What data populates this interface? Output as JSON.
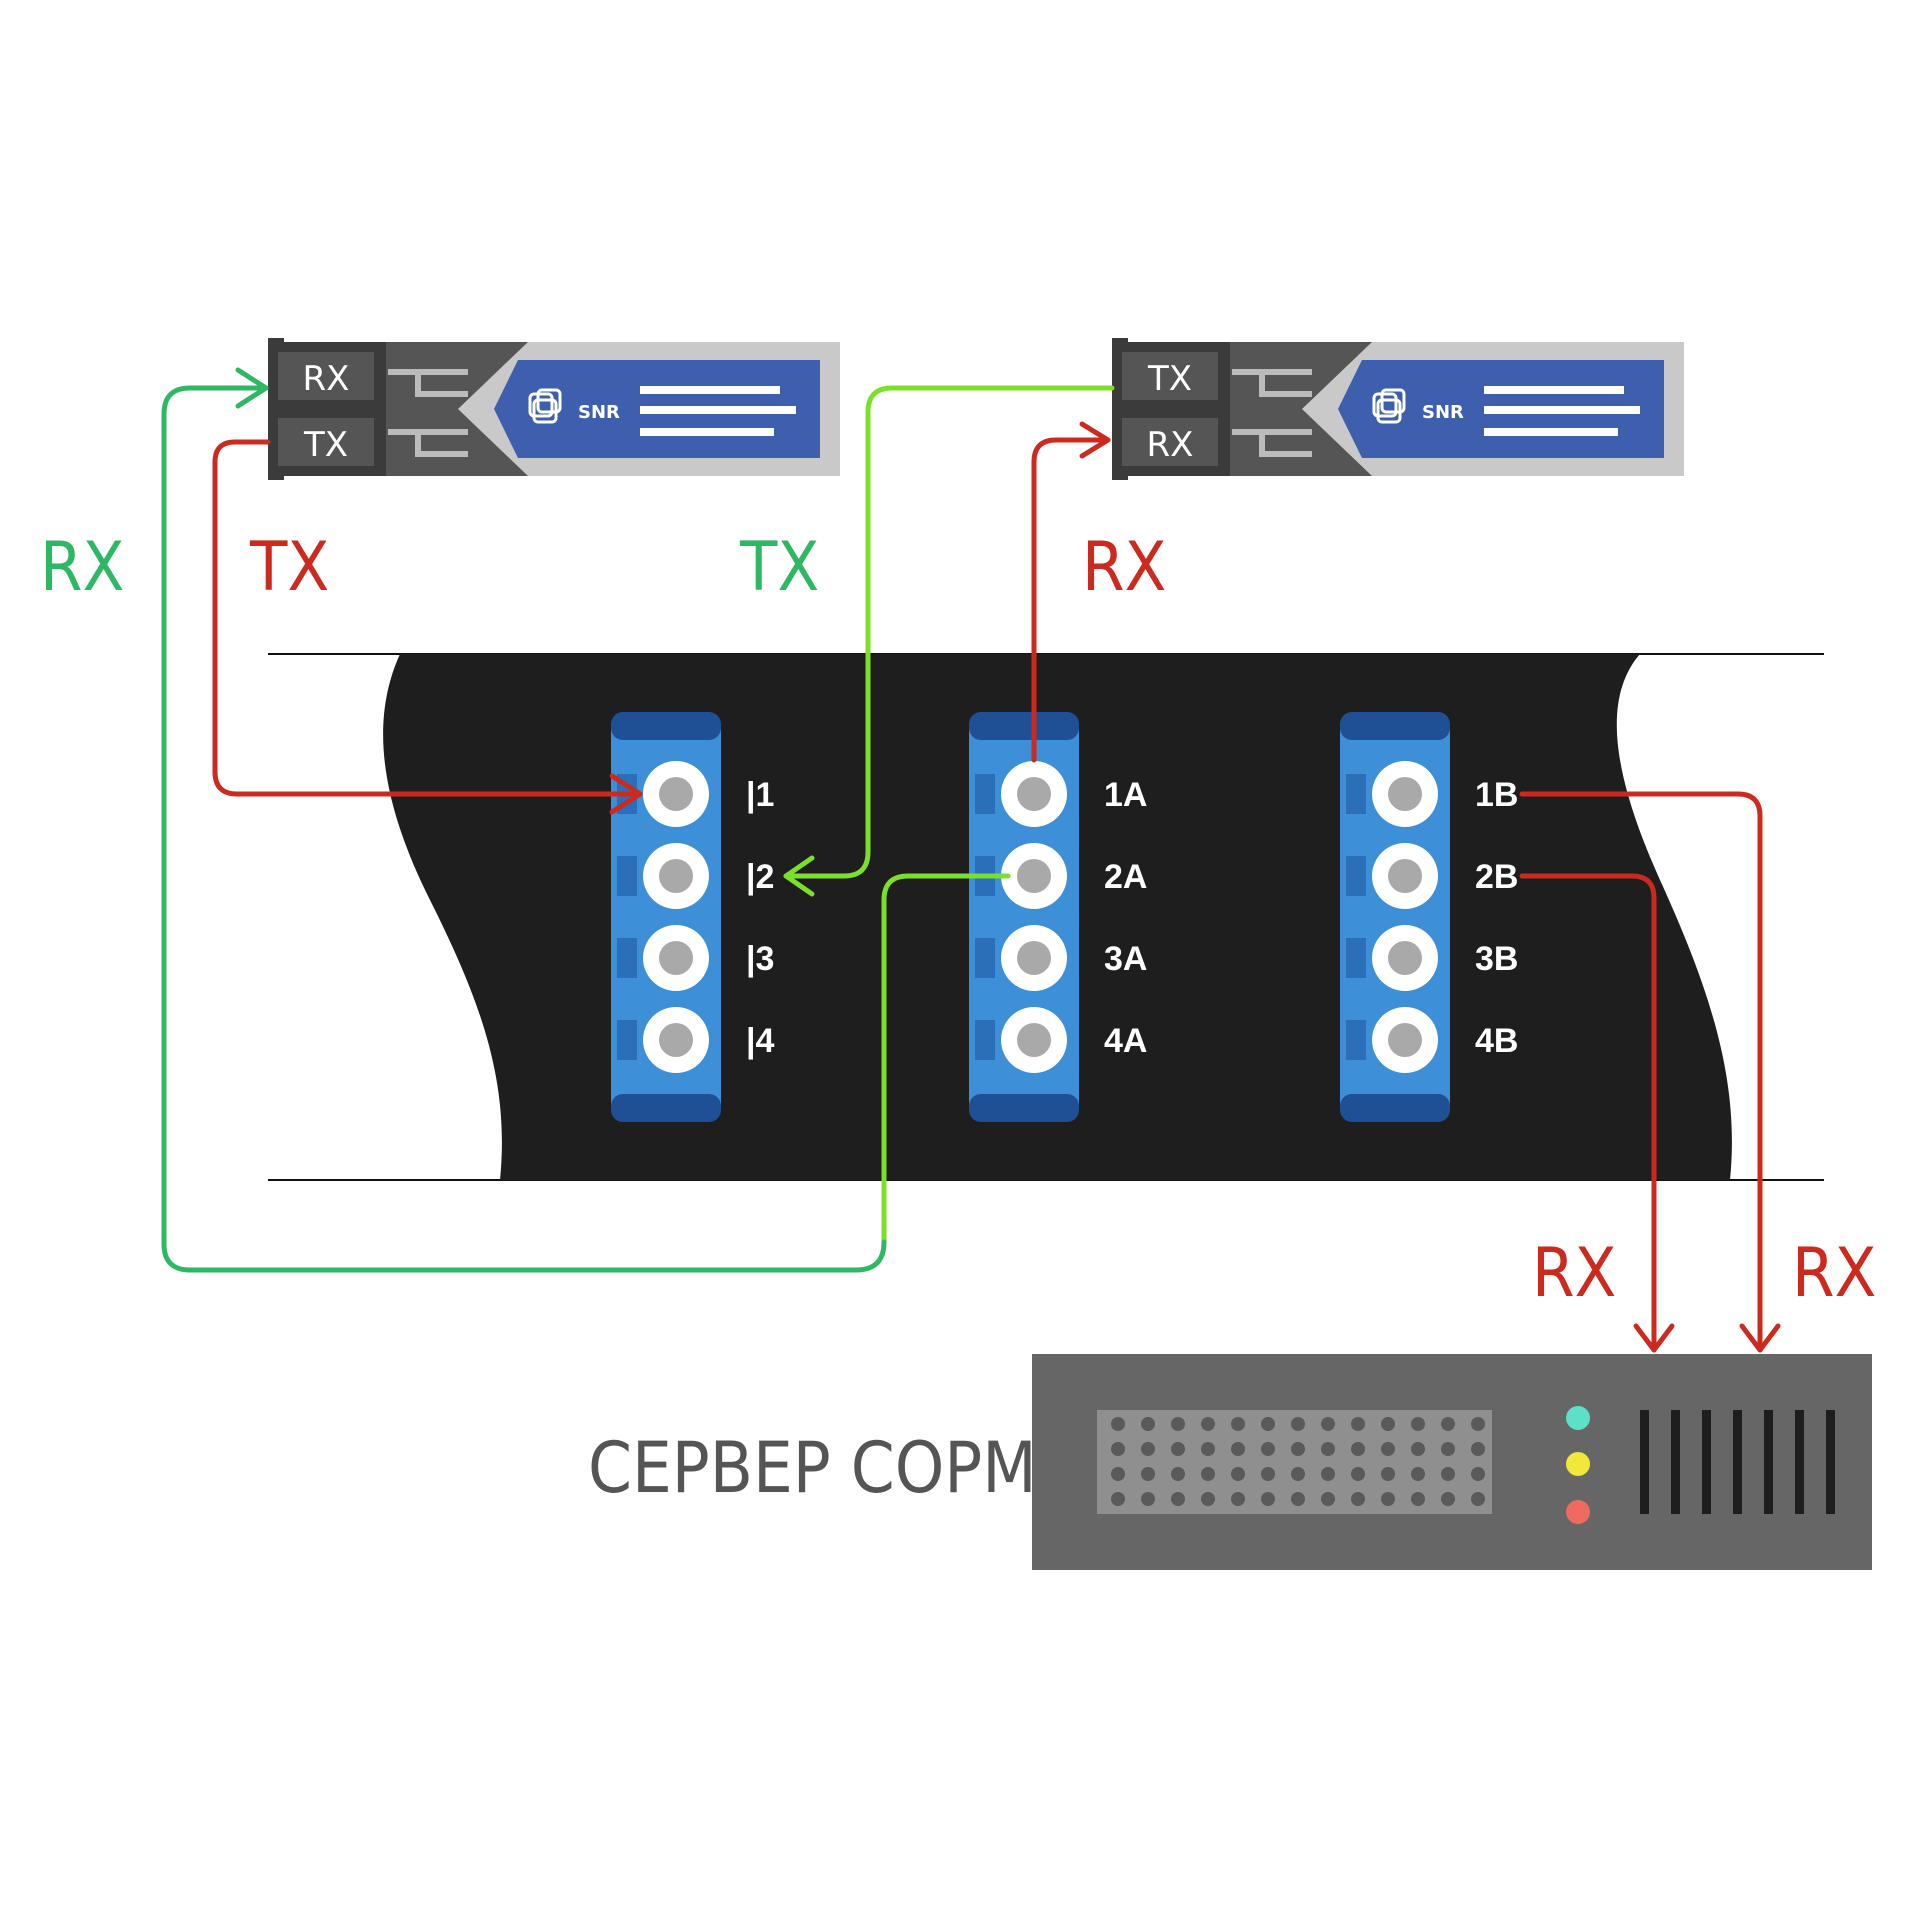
{
  "colors": {
    "green": "#2fb863",
    "lime": "#7be02a",
    "red": "#cc2a1e",
    "blue": "#3d8fd8",
    "darkblue": "#1f4f95",
    "sfp_label_blue": "#3d5fae",
    "panel": "#1e1e1e",
    "server": "#666666"
  },
  "sfp_left": {
    "top_port": "RX",
    "bottom_port": "TX",
    "brand": "SNR"
  },
  "sfp_right": {
    "top_port": "TX",
    "bottom_port": "RX",
    "brand": "SNR"
  },
  "signal_labels": {
    "left_rx": "RX",
    "left_tx": "TX",
    "right_tx": "TX",
    "right_rx": "RX",
    "server_rx_1": "RX",
    "server_rx_2": "RX"
  },
  "splitter_in": [
    "|1",
    "|2",
    "|3",
    "|4"
  ],
  "splitter_a": [
    "1A",
    "2A",
    "3A",
    "4A"
  ],
  "splitter_b": [
    "1B",
    "2B",
    "3B",
    "4B"
  ],
  "server_label": "СЕРВЕР СОРМ",
  "server_leds": [
    "#5ee0c8",
    "#f2e83a",
    "#ef6a60"
  ]
}
